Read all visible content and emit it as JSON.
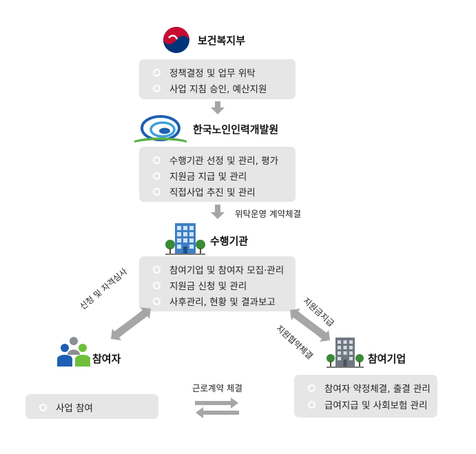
{
  "ministry": {
    "name": "보건복지부",
    "items": [
      "정책결정 및 업무 위탁",
      "사업 지침 승인, 예산지원"
    ]
  },
  "institute": {
    "name": "한국노인인력개발원",
    "items": [
      "수행기관 선정 및 관리, 평가",
      "지원금 지급 및 관리",
      "직접사업 추진 및 관리"
    ]
  },
  "contract_label": "위탁운영 계약체결",
  "agency": {
    "name": "수행기관",
    "items": [
      "참여기업 및 참여자 모집·관리",
      "지원금 신청 및 관리",
      "사후관리, 현황 및 결과보고"
    ]
  },
  "participant": {
    "name": "참여자",
    "items": [
      "사업 참여"
    ]
  },
  "company": {
    "name": "참여기업",
    "items": [
      "참여자 약정체결, 출결 관리",
      "급여지급 및 사회보험 관리"
    ]
  },
  "flows": {
    "apply": "신청 및 자격심사",
    "subsidy": "지원금지급",
    "agreement": "지원협약체결",
    "labor_contract": "근로계약 체결"
  },
  "colors": {
    "box": "#e6e6e6",
    "arrow": "#a6a6a6",
    "building": "#3f7fc4",
    "building_gray": "#6f7880",
    "tree": "#3a8a3a",
    "ministry_red": "#c60c30",
    "ministry_blue": "#003478"
  }
}
